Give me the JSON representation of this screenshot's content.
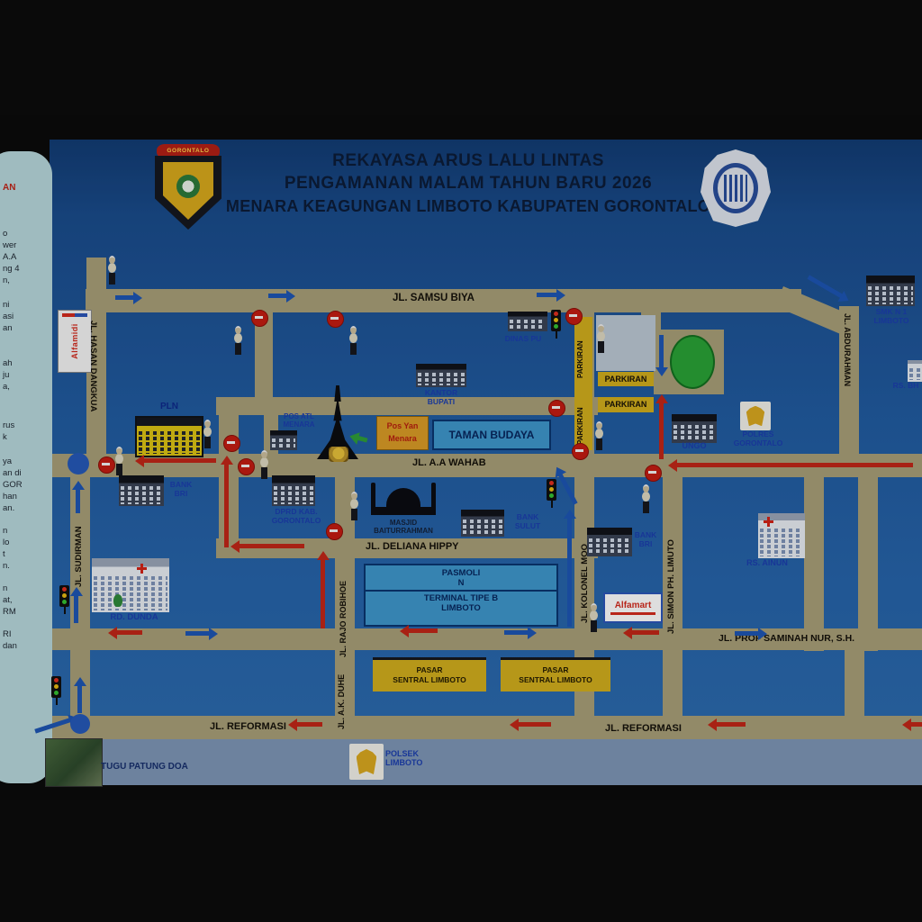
{
  "title": {
    "line1": "REKAYASA ARUS LALU LINTAS",
    "line2": "PENGAMANAN MALAM TAHUN BARU 2026",
    "line3": "MENARA KEAGUNGAN LIMBOTO  KABUPATEN GORONTALO"
  },
  "logos": {
    "left_banner": "GORONTALO"
  },
  "sidebar": {
    "heading": "AN",
    "fragments": [
      "o",
      "wer",
      "A.A",
      "ng 4",
      "n,",
      "ni",
      "asi",
      "an",
      "ah",
      "ju",
      "a,",
      "rus",
      "k",
      "ya",
      "an di",
      "GOR",
      "han",
      "an.",
      "n",
      "lo",
      "t",
      "n.",
      "n",
      "at,",
      "RM",
      "RI",
      "dan"
    ]
  },
  "roads": {
    "labels": [
      "JL. SAMSU BIYA",
      "JL. A.A WAHAB",
      "JL. DELIANA HIPPY",
      "JL. PROF SAMINAH NUR, S.H.",
      "JL. REFORMASI",
      "JL. REFORMASI",
      "JL. HASAN DANGKUA",
      "JL. SUDIRMAN",
      "JL. KOLONEL MOO",
      "JL. SIMON PH. LIMUTO",
      "JL. RAJO ROBIHOE",
      "JL. A.K. DUHE",
      "JL. ABDURAHMAN"
    ]
  },
  "parking": {
    "strip1": "PARKIRAN",
    "strip2": "PARKIRAN",
    "bar1": "PARKIRAN",
    "bar2": "PARKIRAN"
  },
  "places": [
    {
      "l1": "PLN"
    },
    {
      "l1": "POS ATL",
      "l2": "MENARA"
    },
    {
      "l1": "DINAS PU"
    },
    {
      "l1": "KANTOR",
      "l2": "BUPATI"
    },
    {
      "l1": "BANK",
      "l2": "BRI"
    },
    {
      "l1": "DPRD KAB.",
      "l2": "GORONTALO"
    },
    {
      "l1": "MASJID",
      "l2": "BAITURRAHMAN"
    },
    {
      "l1": "BANK",
      "l2": "SULUT"
    },
    {
      "l1": "UNGO"
    },
    {
      "l1": "POLRES",
      "l2": "GORONTALO"
    },
    {
      "l1": "SMK N 1",
      "l2": "LIMBOTO"
    },
    {
      "l1": "RS. BH"
    },
    {
      "l1": "RS. AINUN"
    },
    {
      "l1": "BANK",
      "l2": "BRI"
    },
    {
      "l1": "RD. DUNDA"
    },
    {
      "l1": "TUGU PATUNG DOA"
    },
    {
      "l1": "POLSEK",
      "l2": "LIMBOTO"
    }
  ],
  "boxes": {
    "posyan_l1": "Pos Yan",
    "posyan_l2": "Menara",
    "taman": "TAMAN BUDAYA",
    "pasmoli_l1": "PASMOLI",
    "pasmoli_l2": "N",
    "pasmoli_l3": "TERMINAL TIPE B",
    "pasmoli_l4": "LIMBOTO",
    "pasar1_l1": "PASAR",
    "pasar1_l2": "SENTRAL LIMBOTO",
    "pasar2_l1": "PASAR",
    "pasar2_l2": "SENTRAL LIMBOTO"
  },
  "signs": {
    "alfamidi": "Alfamidi",
    "alfamart": "Alfamart"
  },
  "colors": {
    "map_blue": "#215ba0",
    "road_tan": "#a89f78",
    "arrow_red": "#c22718",
    "arrow_blue": "#1d55b4",
    "parking_yellow": "#d2ae1d",
    "box_blue": "#3f97cc",
    "label_blue": "#1c3fae"
  }
}
